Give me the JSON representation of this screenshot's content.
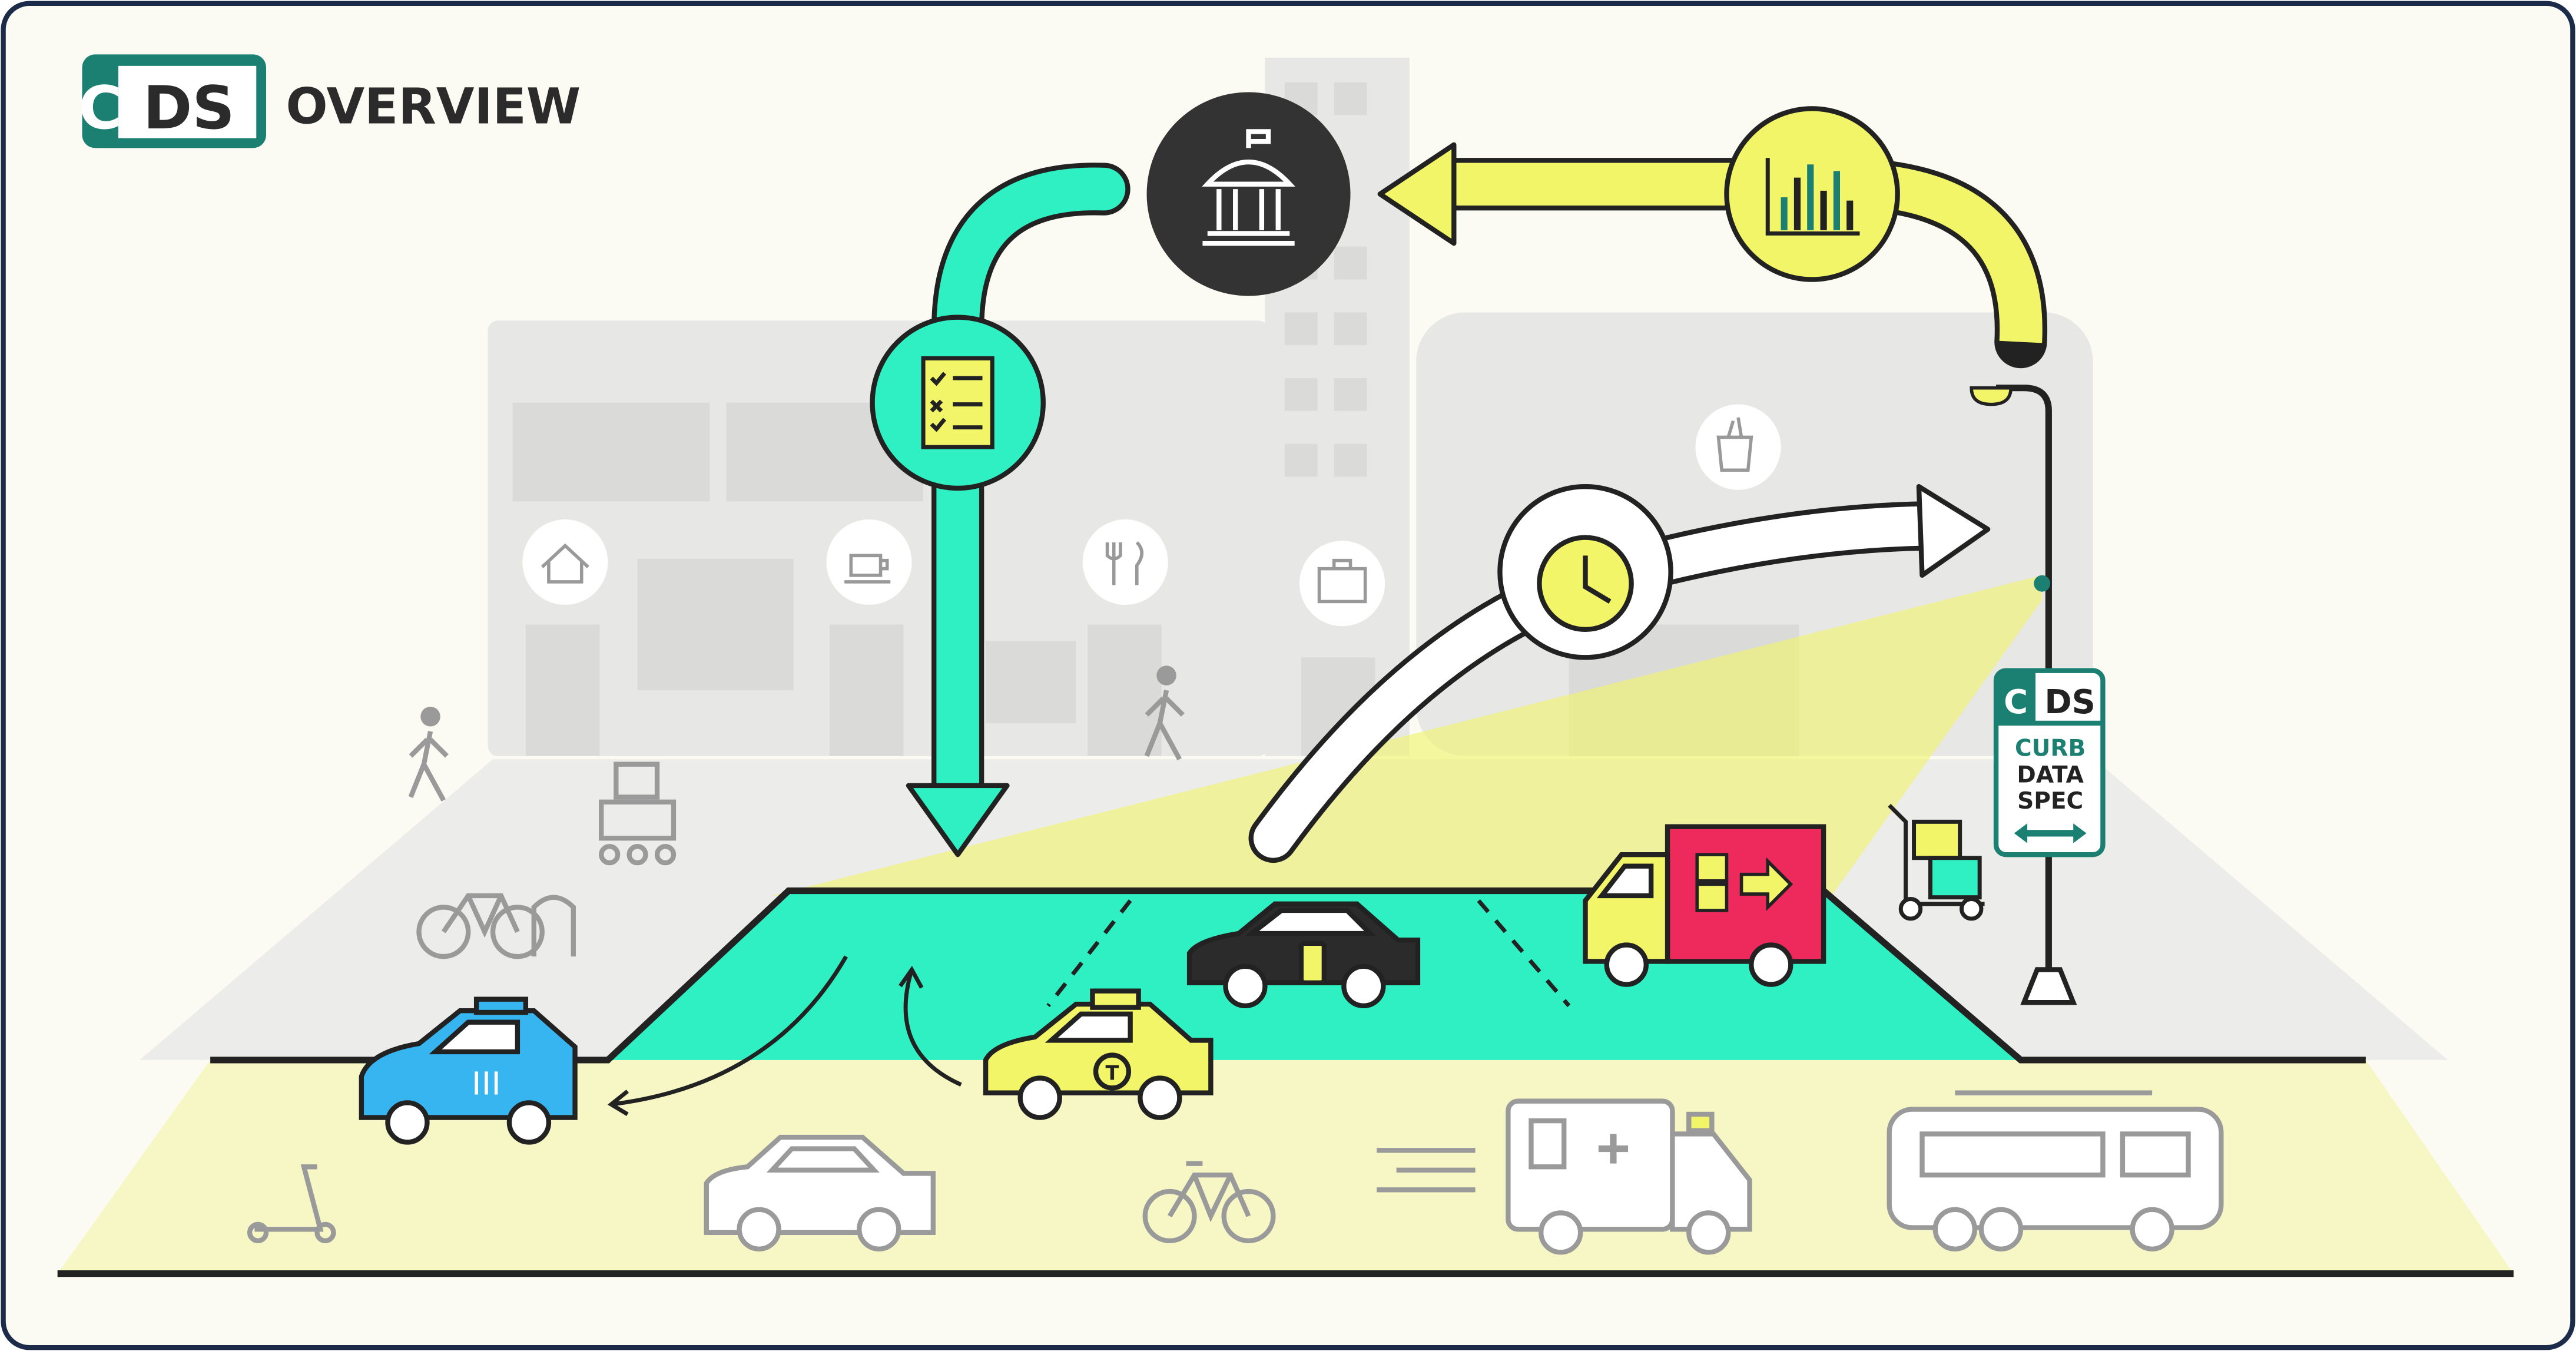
{
  "header": {
    "logo_letter_c": "C",
    "logo_letters_ds": "DS",
    "title": "OVERVIEW"
  },
  "sign": {
    "logo_letter_c": "C",
    "logo_letters_ds": "DS",
    "line1": "CURB",
    "line2": "DATA",
    "line3": "SPEC"
  },
  "taxi": {
    "badge": "T"
  },
  "colors": {
    "teal": "#1b7f72",
    "mint": "#2ef0c2",
    "yellow": "#f2f567",
    "road": "#f6f7c4",
    "background": "#fbfbf3",
    "building": "#e6e6e4",
    "frame": "#1d2b4a"
  }
}
